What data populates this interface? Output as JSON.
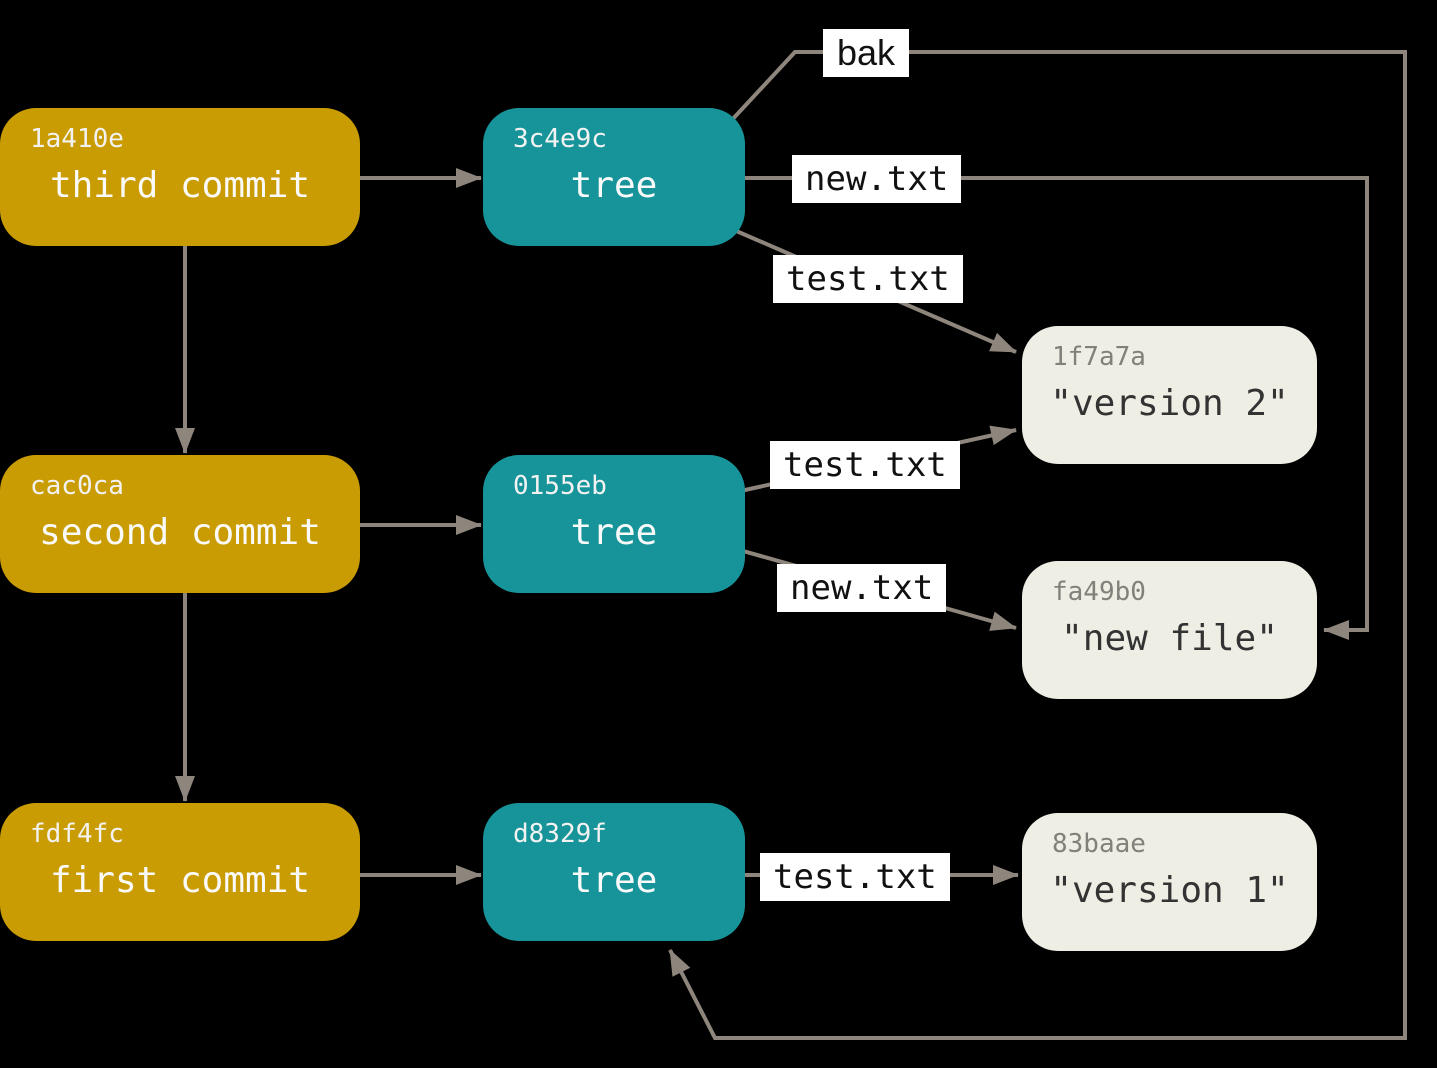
{
  "diagram": {
    "background_color": "#000000",
    "colors": {
      "commit_node": "#CA9C03",
      "tree_node": "#179499",
      "blob_node": "#EFEEE5",
      "edge_line": "#8E867D",
      "edge_label_bg": "#FFFFFF",
      "edge_label_text": "#111111",
      "node_text_light": "#FAFAFA",
      "blob_text": "#333333",
      "blob_hash_text": "#82807A"
    },
    "commits": [
      {
        "id": "1a410e",
        "label": "third commit"
      },
      {
        "id": "cac0ca",
        "label": "second commit"
      },
      {
        "id": "fdf4fc",
        "label": "first commit"
      }
    ],
    "trees": [
      {
        "id": "3c4e9c",
        "label": "tree"
      },
      {
        "id": "0155eb",
        "label": "tree"
      },
      {
        "id": "d8329f",
        "label": "tree"
      }
    ],
    "blobs": [
      {
        "id": "1f7a7a",
        "label": "\"version 2\""
      },
      {
        "id": "fa49b0",
        "label": "\"new file\""
      },
      {
        "id": "83baae",
        "label": "\"version 1\""
      }
    ],
    "edge_labels": [
      {
        "text": "bak"
      },
      {
        "text": "new.txt"
      },
      {
        "text": "test.txt"
      },
      {
        "text": "test.txt"
      },
      {
        "text": "new.txt"
      },
      {
        "text": "test.txt"
      }
    ]
  }
}
